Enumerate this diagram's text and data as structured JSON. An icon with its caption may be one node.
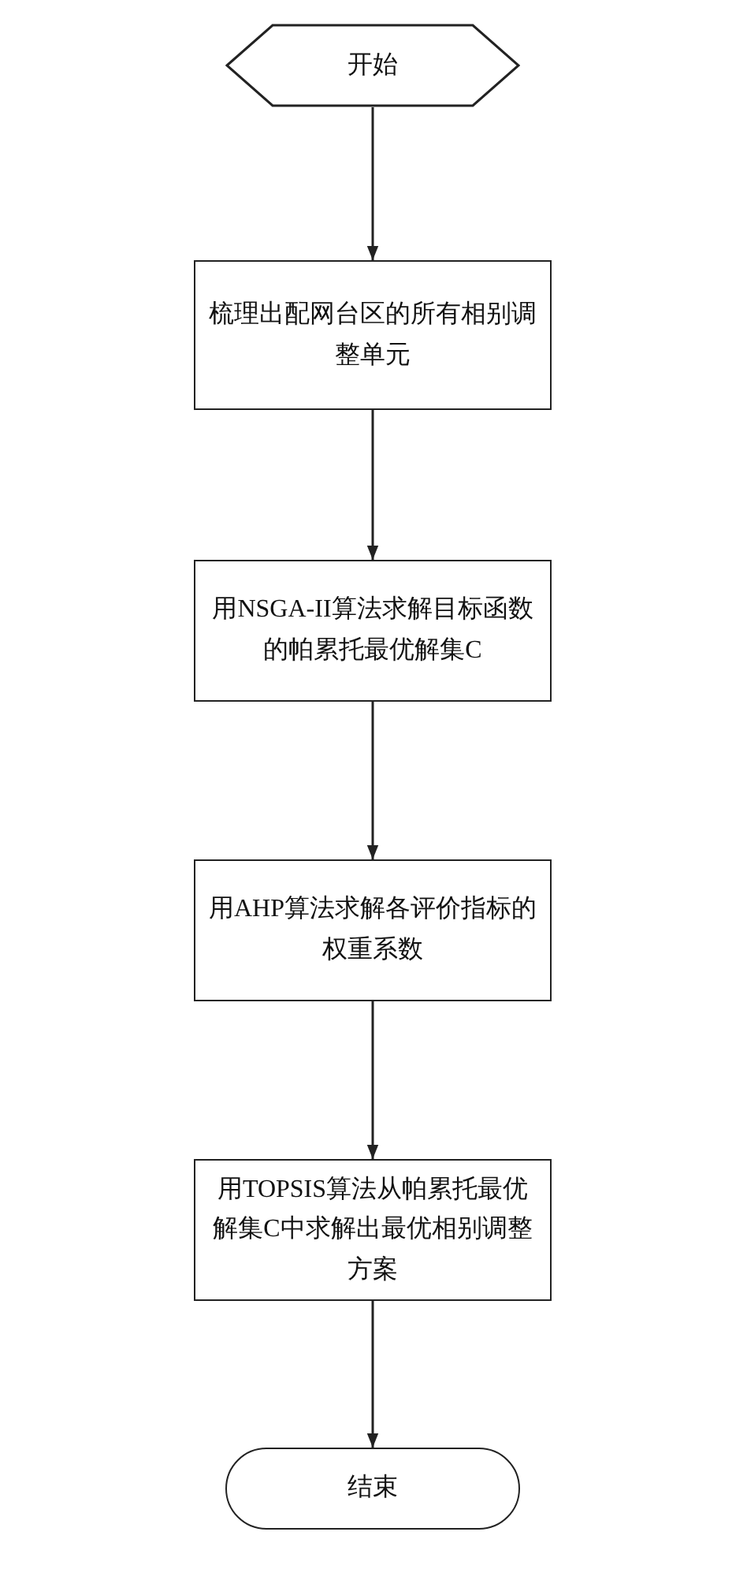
{
  "diagram": {
    "nodes": [
      {
        "text": [
          "开始"
        ]
      },
      {
        "text": [
          "梳理出配网台区的所有相别调整单元"
        ]
      },
      {
        "text": [
          "用NSGA-II算法求解目标函数的帕累托最优解集C"
        ]
      },
      {
        "text": [
          "用AHP算法求解各评价指标的权重系数"
        ]
      },
      {
        "text": [
          "用TOPSIS算法从帕累托最优解集C中求解出最优相别调整方案"
        ]
      },
      {
        "text": [
          "结束"
        ]
      }
    ],
    "edges": [
      {
        "from": 0,
        "to": 1,
        "arrow": "to"
      },
      {
        "from": 1,
        "to": 2,
        "arrow": "to"
      },
      {
        "from": 2,
        "to": 3,
        "arrow": "to"
      },
      {
        "from": 3,
        "to": 4,
        "arrow": "to"
      },
      {
        "from": 4,
        "to": 5,
        "arrow": "to"
      }
    ]
  }
}
